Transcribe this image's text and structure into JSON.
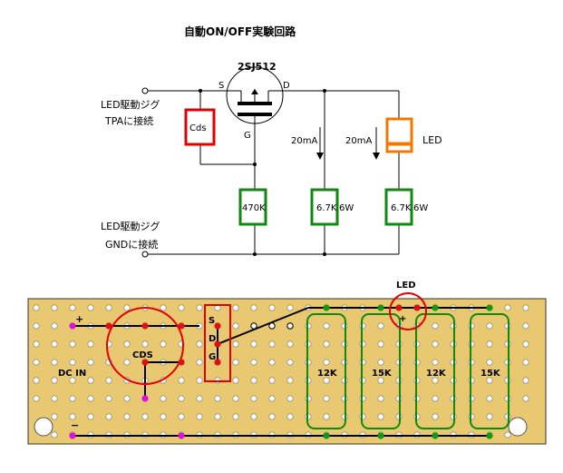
{
  "title": "自動ON/OFF実験回路",
  "schematic": {
    "mosfet_label": "2SJ512",
    "pin_s": "S",
    "pin_d": "D",
    "pin_g": "G",
    "input_pos_line1": "LED駆動ジグ",
    "input_pos_line2": "TPAに接続",
    "input_gnd_line1": "LED駆動ジグ",
    "input_gnd_line2": "GNDに接続",
    "cds_label": "Cds",
    "r_gate_label": "470K",
    "r_mid_label": "6.7K",
    "r_mid_watt": "6W",
    "r_right_label": "6.7K",
    "r_right_watt": "6W",
    "current_mid": "20mA",
    "current_right": "20mA",
    "led_label": "LED"
  },
  "board": {
    "led_label": "LED",
    "led_plus": "+",
    "plus_label": "+",
    "minus_label": "−",
    "cds_label": "CDS",
    "dc_in_label": "DC IN",
    "pin_s": "S",
    "pin_d": "D",
    "pin_g": "G",
    "resistors": [
      "12K",
      "15K",
      "12K",
      "15K"
    ]
  },
  "colors": {
    "cds_box": "#e00000",
    "resistor_box": "#118811",
    "led_box": "#f07800",
    "board_fill": "#e8c870",
    "jumper_red": "#dd1111",
    "jumper_magenta": "#dd11dd",
    "jumper_green": "#119911"
  }
}
